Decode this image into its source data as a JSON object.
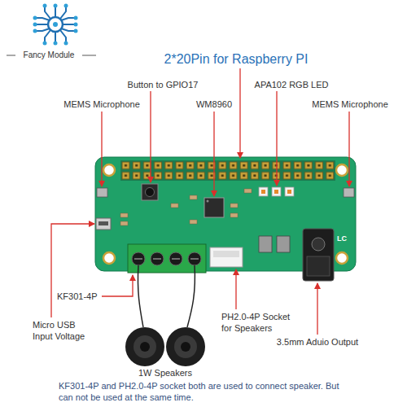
{
  "diagram": {
    "title": "2*20Pin for Raspberry PI",
    "caption": "KF301-4P and PH2.0-4P socket both are used to connect speaker. But can not be used at the same time.",
    "labels": [
      "Fancy Module",
      "Button to GPIO17",
      "APA102 RGB LED",
      "MEMS Microphone",
      "WM8960",
      "MEMS Microphone",
      "LC",
      "Micro USB Input Voltage",
      "KF301-4P",
      "PH2.0-4P Socket for Speakers",
      "3.5mm Aduio Output",
      "1W Speakers"
    ]
  }
}
